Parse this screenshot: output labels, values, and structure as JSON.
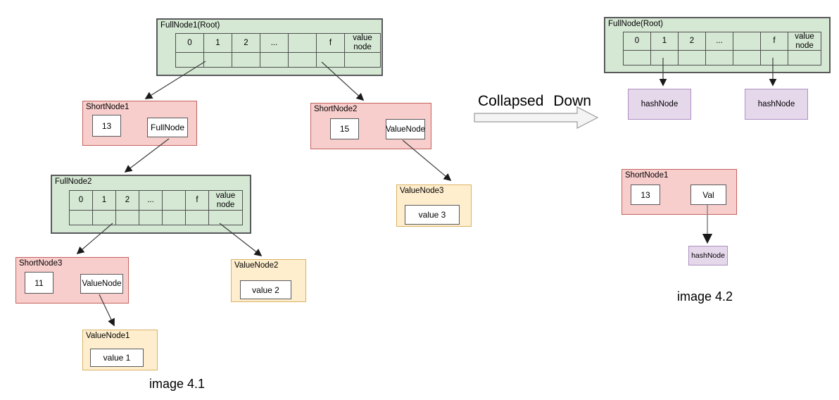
{
  "diagram": {
    "left_caption": "image 4.1",
    "right_caption": "image 4.2",
    "transition_label": "Collapsed Down"
  },
  "table_cells": [
    "0",
    "1",
    "2",
    "...",
    "",
    "f",
    "value node"
  ],
  "nodes": {
    "fullnode1": {
      "title": "FullNode1(Root)"
    },
    "shortnode1": {
      "title": "ShortNode1",
      "prefix": "13",
      "ref": "FullNode"
    },
    "shortnode2": {
      "title": "ShortNode2",
      "prefix": "15",
      "ref": "ValueNode"
    },
    "fullnode2": {
      "title": "FullNode2"
    },
    "shortnode3": {
      "title": "ShortNode3",
      "prefix": "11",
      "ref": "ValueNode"
    },
    "valuenode1": {
      "title": "ValueNode1",
      "value": "value 1"
    },
    "valuenode2": {
      "title": "ValueNode2",
      "value": "value 2"
    },
    "valuenode3": {
      "title": "ValueNode3",
      "value": "value 3"
    },
    "fullnode_root_right": {
      "title": "FullNode(Root)"
    },
    "hashnode1": {
      "label": "hashNode"
    },
    "hashnode2": {
      "label": "hashNode"
    },
    "shortnode1_right": {
      "title": "ShortNode1",
      "prefix": "13",
      "ref": "Val"
    },
    "hashnode3": {
      "label": "hashNode"
    }
  },
  "colors": {
    "full_node_fill": "#d5e8d4",
    "full_node_border": "#58595b",
    "short_node_fill": "#f8cecc",
    "short_node_border": "#c4625e",
    "value_node_fill": "#ffeecd",
    "value_node_border": "#d9b263",
    "hash_node_fill": "#e5d8eb",
    "hash_node_border": "#af90c4",
    "arrow_color": "#3d3d3d",
    "big_arrow_fill": "#f4f4f4",
    "big_arrow_border": "#9b9b9b"
  }
}
